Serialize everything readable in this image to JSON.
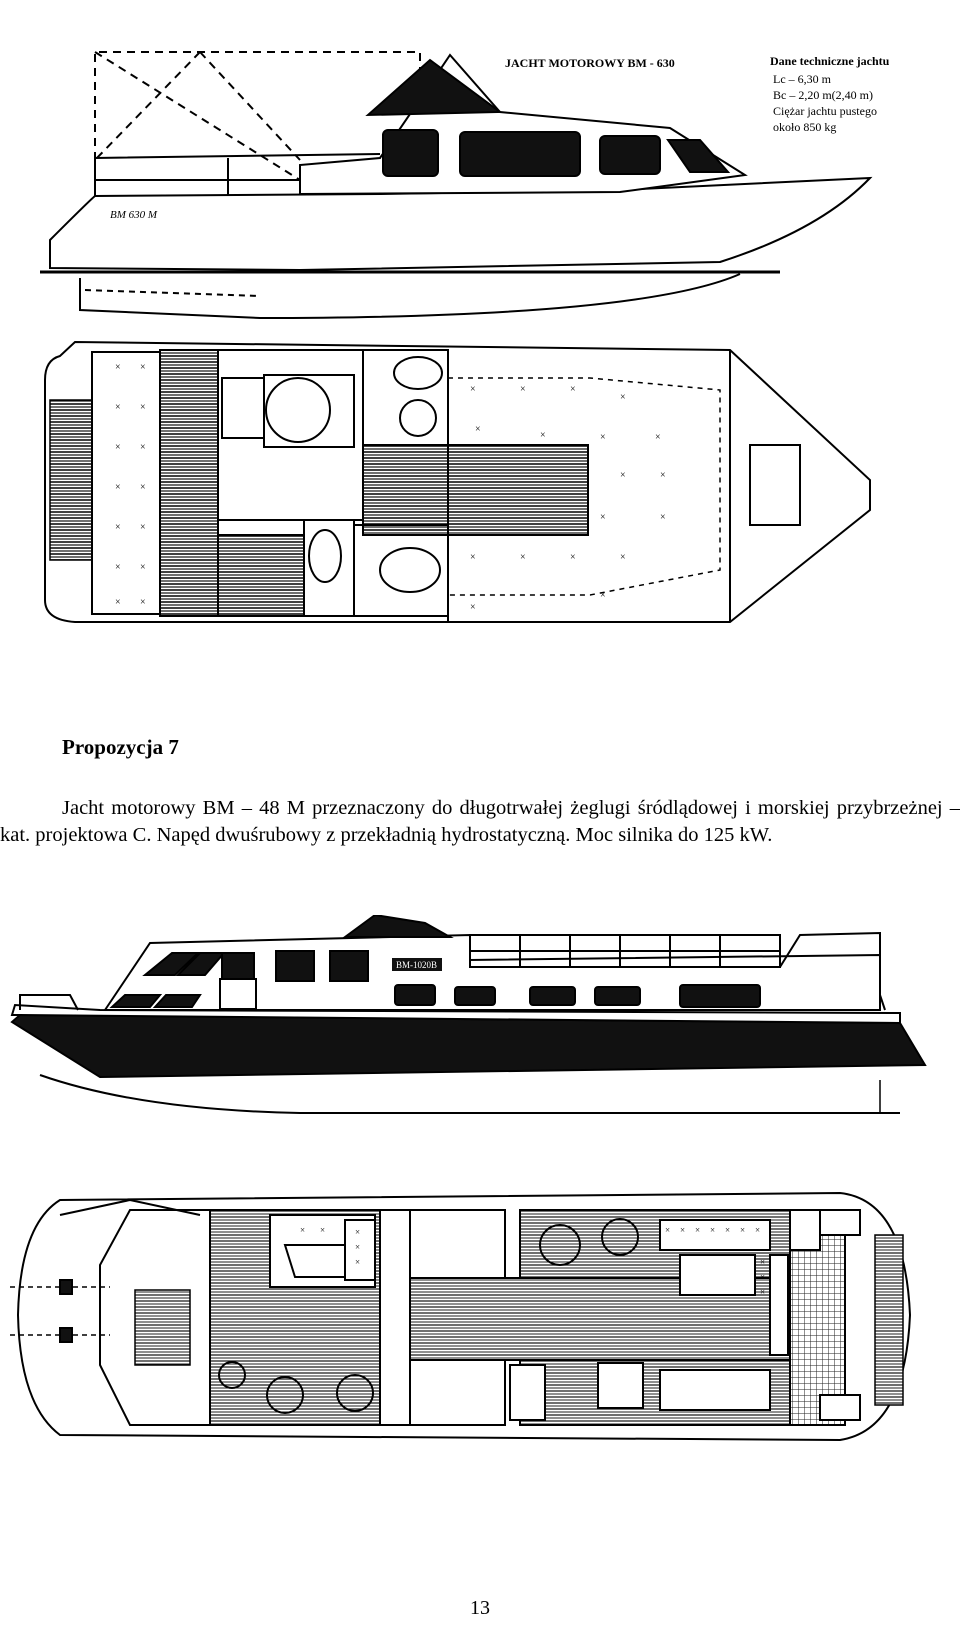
{
  "figure1": {
    "yacht_title": "JACHT MOTOROWY BM - 630",
    "hull_label": "BM 630 M",
    "specs_title": "Dane techniczne jachtu",
    "specs": [
      "Lc – 6,30 m",
      "Bc – 2,20 m(2,40 m)",
      "Ciężar jachtu pustego",
      "około 850 kg"
    ]
  },
  "section": {
    "heading": "Propozycja 7",
    "paragraph": "Jacht motorowy BM – 48 M przeznaczony do długotrwałej żeglugi śródlądowej i morskiej przybrzeżnej – kat. projektowa C. Napęd dwuśrubowy z przekładnią hydrostatyczną. Moc silnika do 125 kW."
  },
  "figure2": {
    "hull_label": "BM-1020B"
  },
  "page_number": "13"
}
